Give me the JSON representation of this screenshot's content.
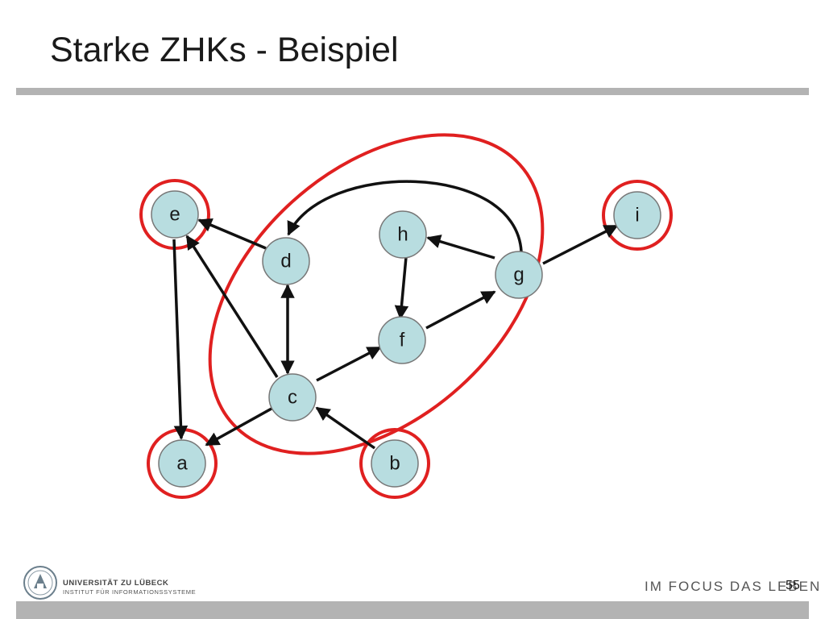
{
  "slide": {
    "title": "Starke ZHKs - Beispiel",
    "page_number": "55",
    "slogan": "IM FOCUS DAS LEBEN",
    "university": "UNIVERSITÄT ZU LÜBECK",
    "institute": "INSTITUT FÜR INFORMATIONSSYSTEME"
  },
  "graph": {
    "nodes": [
      "e",
      "i",
      "h",
      "d",
      "g",
      "f",
      "c",
      "a",
      "b"
    ],
    "edges": [
      [
        "d",
        "e"
      ],
      [
        "c",
        "e"
      ],
      [
        "e",
        "a"
      ],
      [
        "c",
        "a"
      ],
      [
        "c",
        "d"
      ],
      [
        "d",
        "c"
      ],
      [
        "c",
        "f"
      ],
      [
        "h",
        "f"
      ],
      [
        "f",
        "g"
      ],
      [
        "g",
        "h"
      ],
      [
        "g",
        "d"
      ],
      [
        "g",
        "i"
      ],
      [
        "b",
        "c"
      ]
    ],
    "strongly_connected_components": [
      [
        "e"
      ],
      [
        "a"
      ],
      [
        "b"
      ],
      [
        "i"
      ],
      [
        "c",
        "d",
        "f",
        "g",
        "h"
      ]
    ],
    "colors": {
      "node_fill": "#b8dde0",
      "component_ring": "#e02020",
      "edge": "#111111"
    }
  }
}
